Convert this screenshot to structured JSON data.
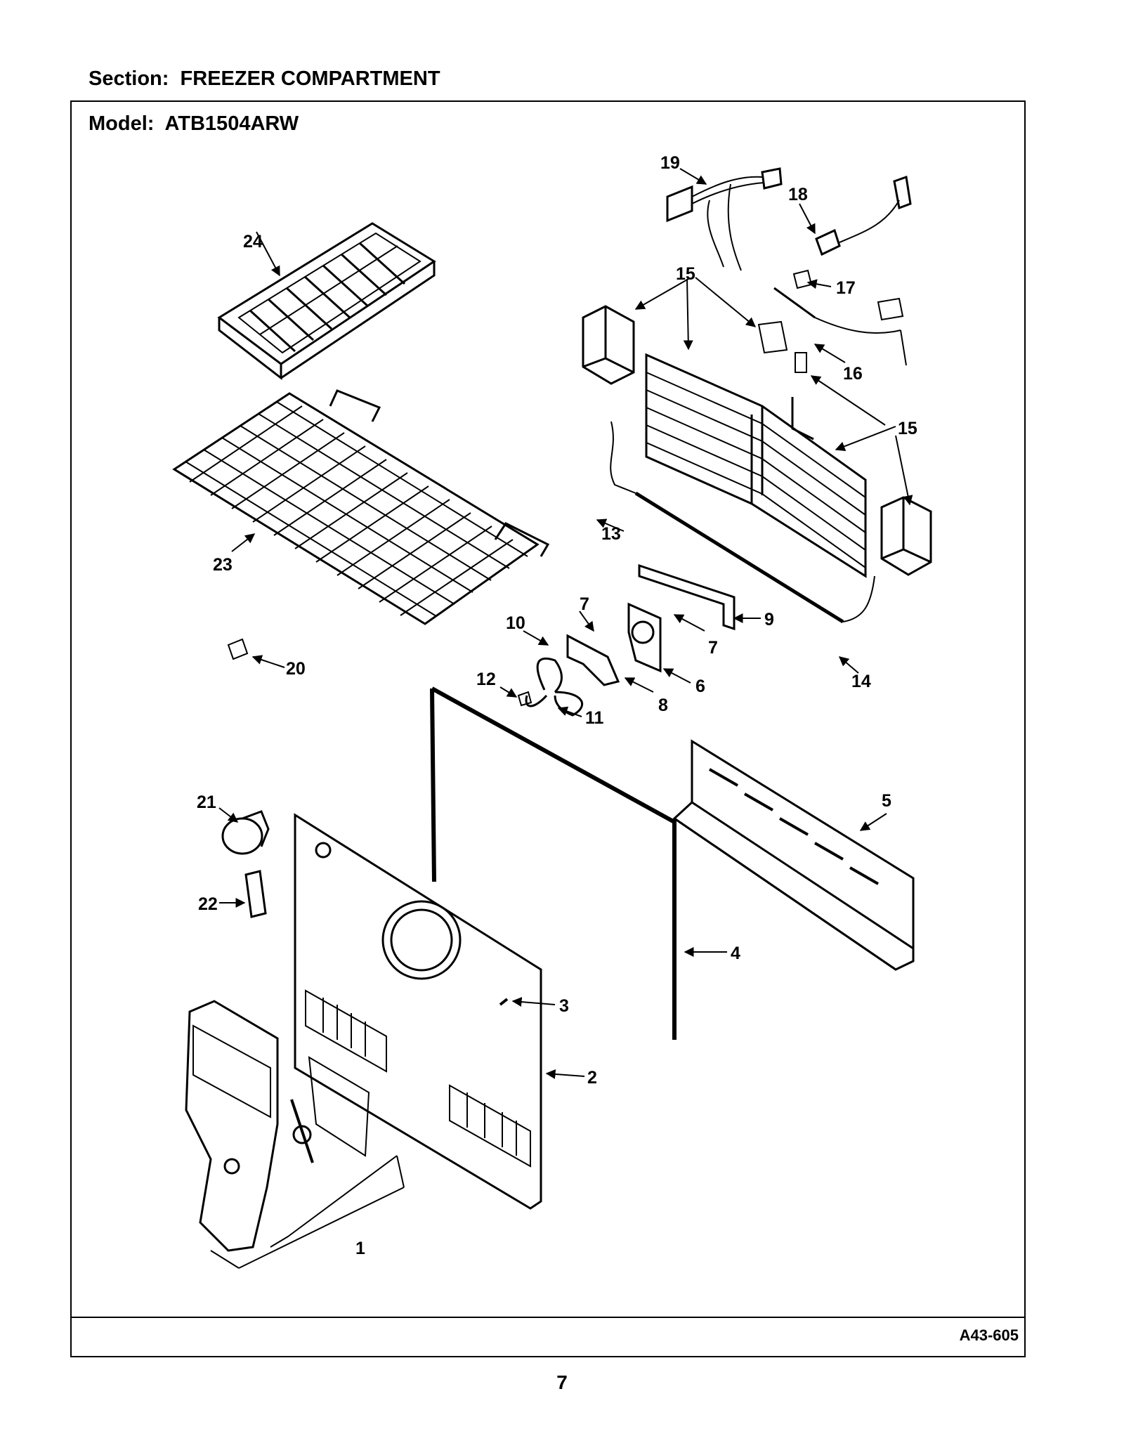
{
  "section": {
    "label": "Section:",
    "value": "FREEZER COMPARTMENT"
  },
  "model": {
    "label": "Model:",
    "value": "ATB1504ARW"
  },
  "reference_code": "A43-605",
  "page_number": "7",
  "part_callouts": [
    "1",
    "2",
    "3",
    "4",
    "5",
    "6",
    "7",
    "8",
    "9",
    "10",
    "11",
    "12",
    "13",
    "14",
    "15",
    "16",
    "17",
    "18",
    "19",
    "20",
    "21",
    "22",
    "23",
    "24"
  ]
}
